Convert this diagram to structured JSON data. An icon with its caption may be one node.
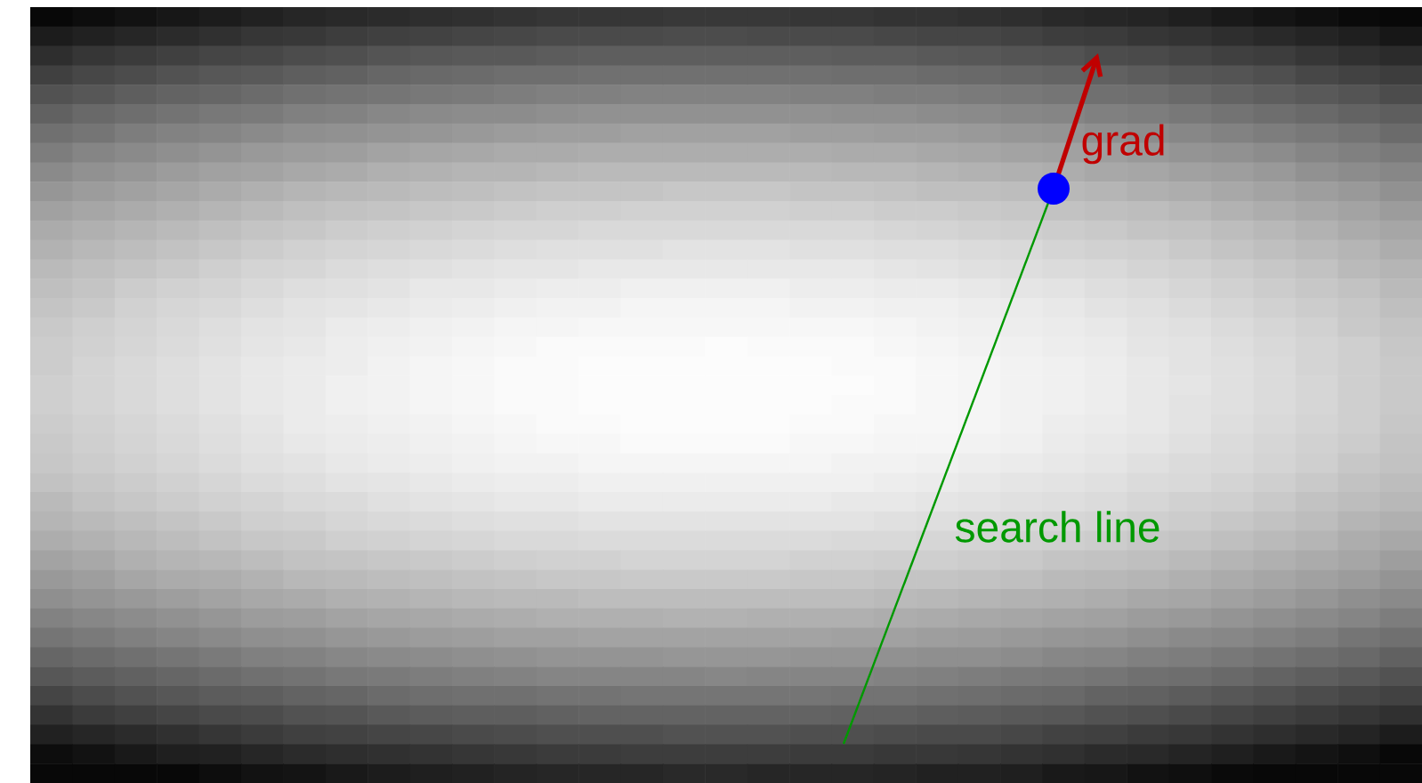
{
  "diagram": {
    "nodes": [
      {
        "text": [],
        "shape": "circle"
      }
    ],
    "labels": [
      "grad",
      "search line"
    ]
  }
}
